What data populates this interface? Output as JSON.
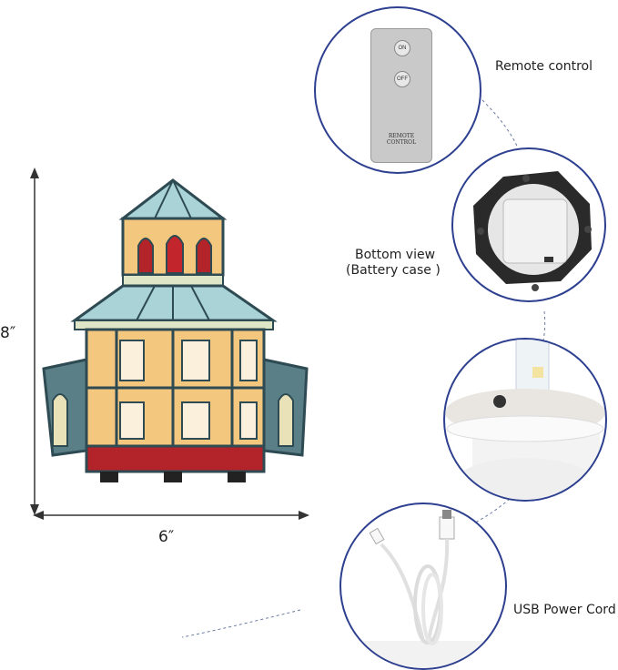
{
  "dimensions": {
    "height_label": "8″",
    "width_label": "6″"
  },
  "callouts": [
    {
      "id": "remote",
      "label": "Remote control"
    },
    {
      "id": "bottom",
      "label_line1": "Bottom view",
      "label_line2": "(Battery case )"
    },
    {
      "id": "usb",
      "label": "USB Power Cord"
    }
  ],
  "remote": {
    "button_on": "ON",
    "button_off": "OFF",
    "caption": "REMOTE CONTROL"
  },
  "colors": {
    "circle_border": "#2d3f8f",
    "glass_blue": "#a9d3d6",
    "glass_amber": "#f3c77e",
    "glass_red": "#b2232a",
    "lead_frame": "#2e4a52"
  }
}
